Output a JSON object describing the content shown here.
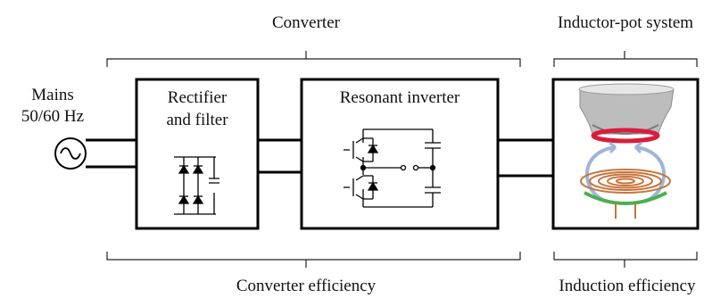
{
  "labels": {
    "converter": "Converter",
    "inductor_pot_system": "Inductor-pot system",
    "mains_line1": "Mains",
    "mains_line2": "50/60 Hz",
    "rectifier_line1": "Rectifier",
    "rectifier_line2": "and filter",
    "resonant_inverter": "Resonant inverter",
    "converter_efficiency": "Converter efficiency",
    "induction_efficiency": "Induction efficiency"
  },
  "icons": {
    "ac_source": "ac-source-icon",
    "diode_bridge": "diode-bridge-icon",
    "half_bridge": "half-bridge-inverter-icon",
    "induction_pot": "induction-pot-coil-icon"
  },
  "colors": {
    "line": "#000000",
    "pot_band": "#d81e3c",
    "coil_copper": "#c8743a",
    "coil_green": "#4caf50",
    "field_lines": "#9fb6d8",
    "pot_body": "#b9b9b9"
  }
}
